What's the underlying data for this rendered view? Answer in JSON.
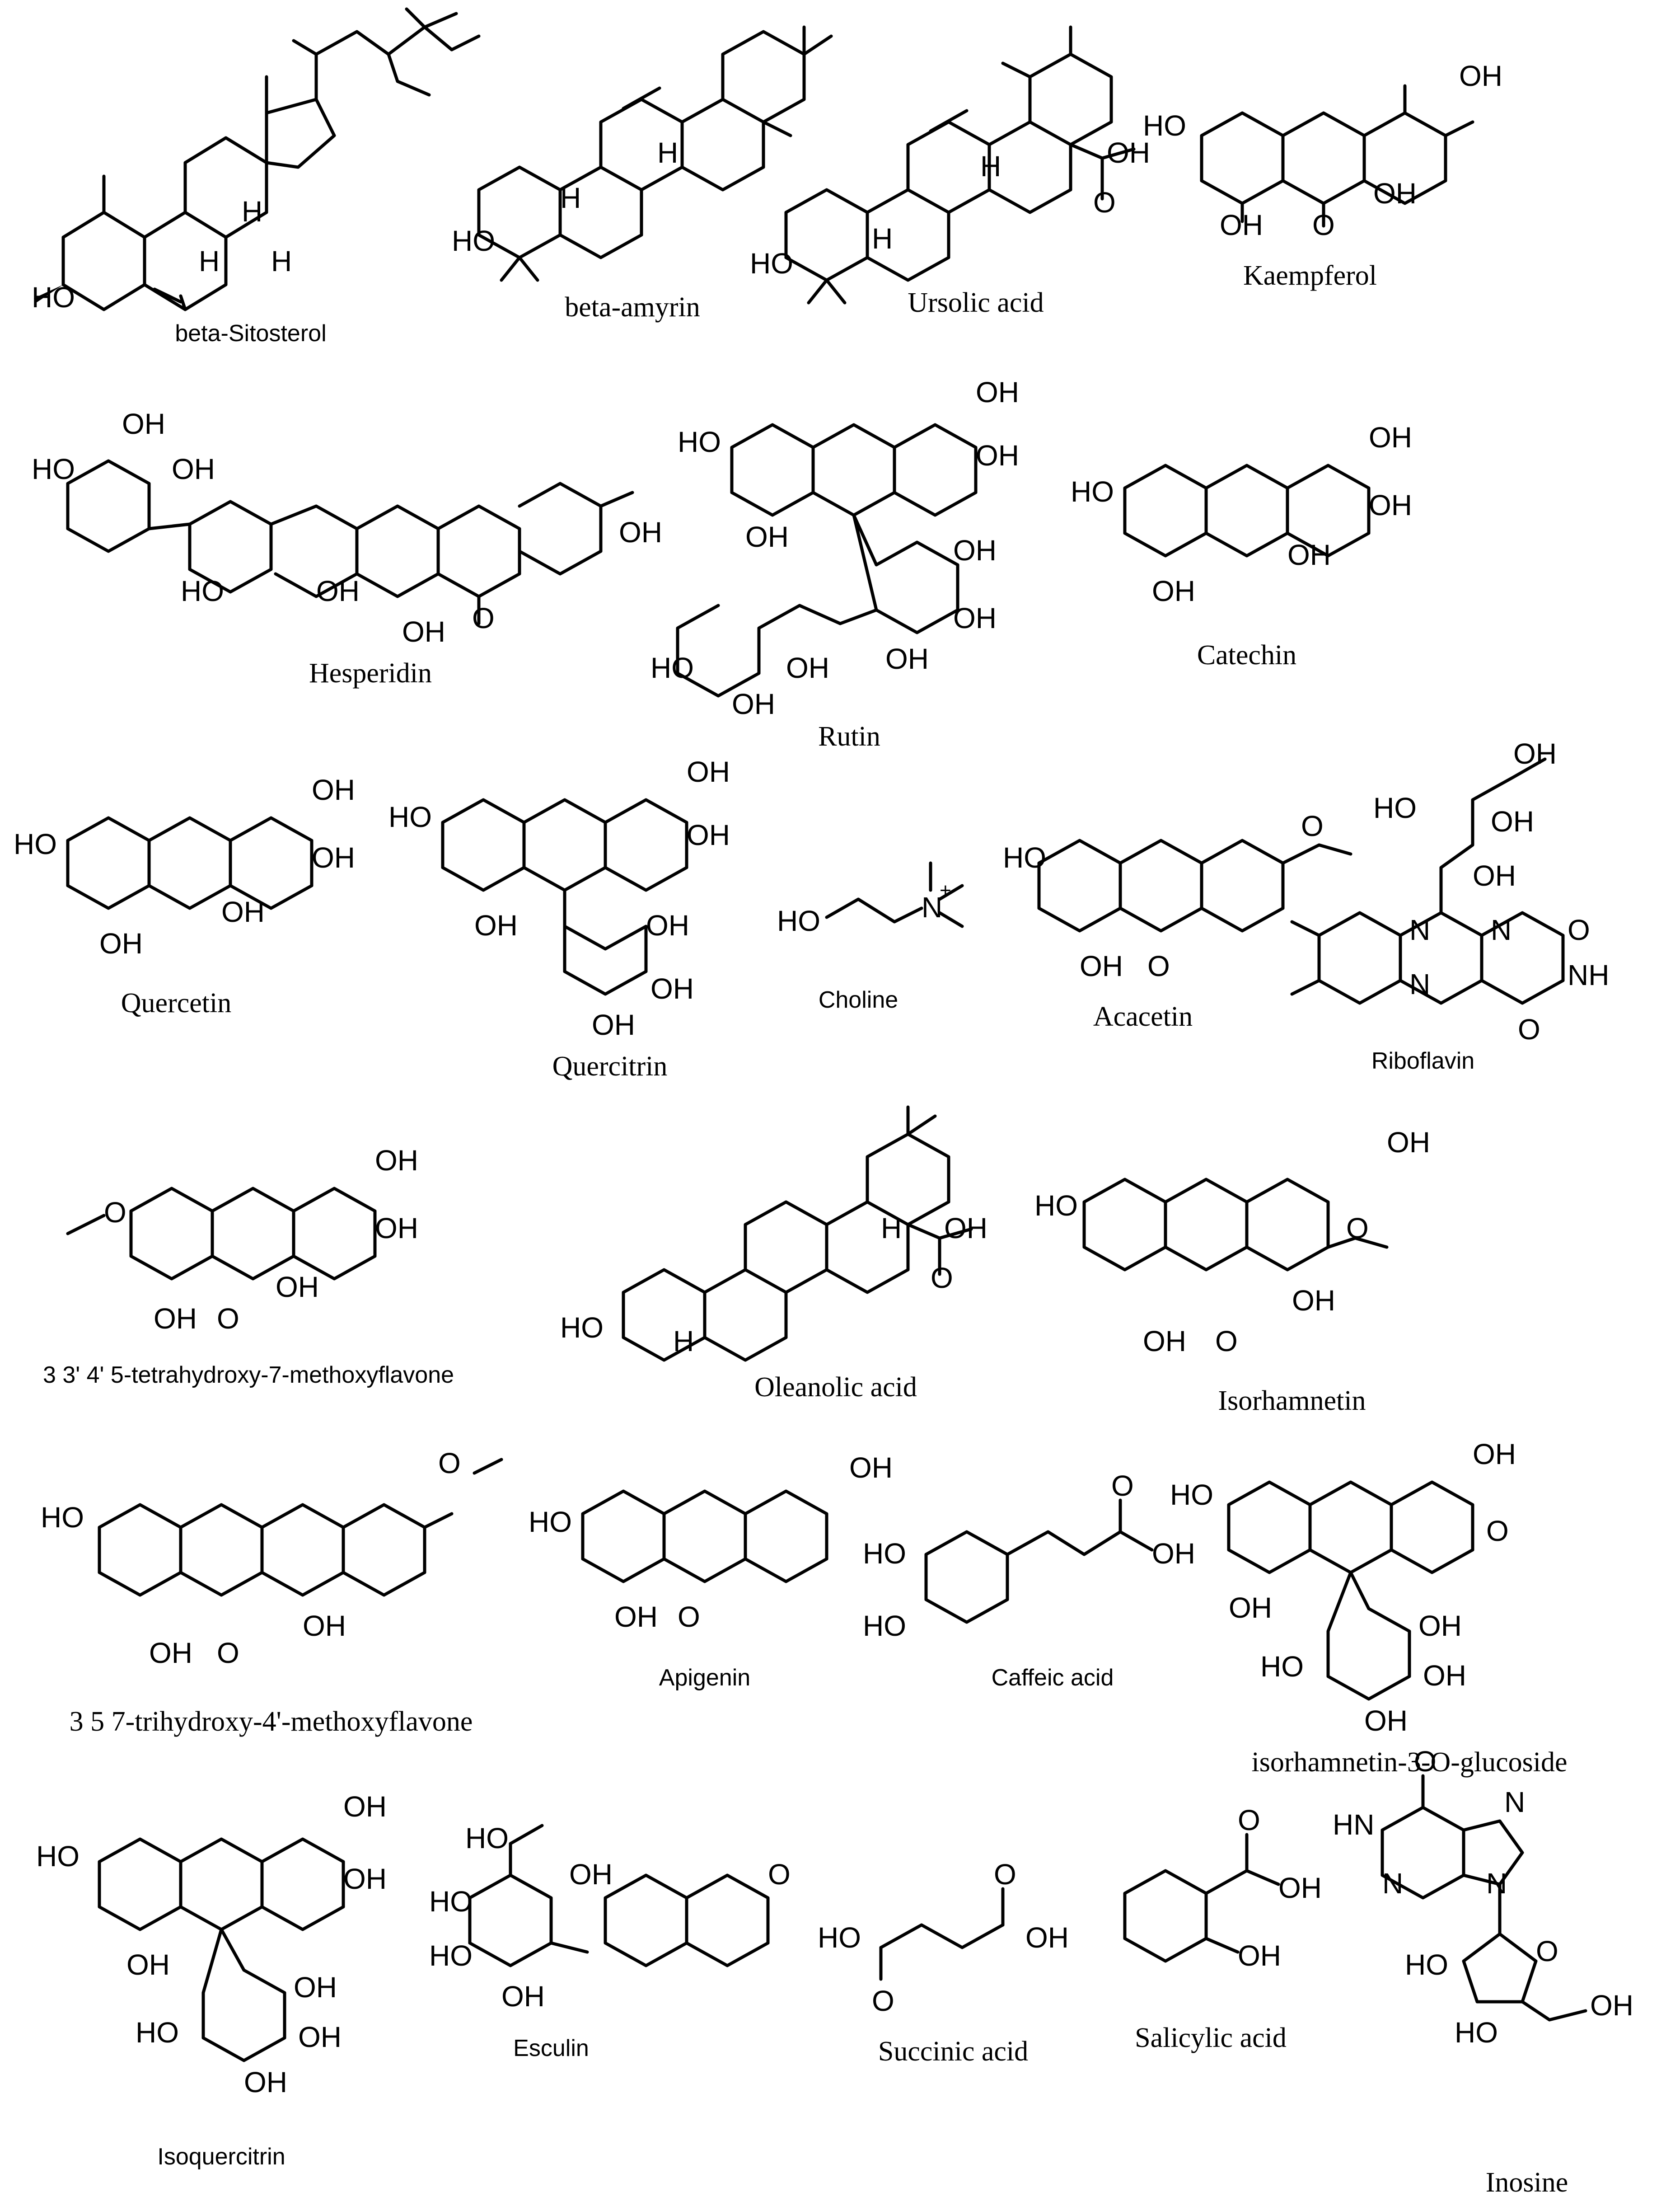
{
  "figure": {
    "background": "#ffffff",
    "ink": "#000000",
    "compounds": [
      {
        "id": "beta-sitosterol",
        "label": "beta-Sitosterol",
        "font": "sans"
      },
      {
        "id": "beta-amyrin",
        "label": "beta-amyrin",
        "font": "serif"
      },
      {
        "id": "ursolic-acid",
        "label": "Ursolic acid",
        "font": "serif"
      },
      {
        "id": "kaempferol",
        "label": "Kaempferol",
        "font": "serif"
      },
      {
        "id": "hesperidin",
        "label": "Hesperidin",
        "font": "serif"
      },
      {
        "id": "rutin",
        "label": "Rutin",
        "font": "serif"
      },
      {
        "id": "catechin",
        "label": "Catechin",
        "font": "serif"
      },
      {
        "id": "quercetin",
        "label": "Quercetin",
        "font": "serif"
      },
      {
        "id": "quercitrin",
        "label": "Quercitrin",
        "font": "serif"
      },
      {
        "id": "choline",
        "label": "Choline",
        "font": "sans"
      },
      {
        "id": "acacetin",
        "label": "Acacetin",
        "font": "serif"
      },
      {
        "id": "riboflavin",
        "label": "Riboflavin",
        "font": "sans"
      },
      {
        "id": "tetrahydroxy-methoxyflavone",
        "label": "3 3' 4' 5-tetrahydroxy-7-methoxyflavone",
        "font": "sans"
      },
      {
        "id": "oleanolic-acid",
        "label": "Oleanolic acid",
        "font": "serif"
      },
      {
        "id": "isorhamnetin",
        "label": "Isorhamnetin",
        "font": "serif"
      },
      {
        "id": "trihydroxy-methoxyflavone",
        "label": "3 5 7-trihydroxy-4'-methoxyflavone",
        "font": "serif"
      },
      {
        "id": "apigenin",
        "label": "Apigenin",
        "font": "sans"
      },
      {
        "id": "caffeic-acid",
        "label": "Caffeic acid",
        "font": "sans"
      },
      {
        "id": "isorhamnetin-3-o-glucoside",
        "label": "isorhamnetin-3-O-glucoside",
        "font": "serif"
      },
      {
        "id": "isoquercitrin",
        "label": "Isoquercitrin",
        "font": "sans"
      },
      {
        "id": "esculin",
        "label": "Esculin",
        "font": "sans"
      },
      {
        "id": "succinic-acid",
        "label": "Succinic acid",
        "font": "serif"
      },
      {
        "id": "salicylic-acid",
        "label": "Salicylic acid",
        "font": "serif"
      },
      {
        "id": "inosine",
        "label": "Inosine",
        "font": "serif"
      }
    ],
    "atom_labels": {
      "oh": "OH",
      "ho": "HO",
      "o": "O",
      "h": "H",
      "n": "N",
      "nh": "NH",
      "hn": "HN",
      "plus": "+"
    }
  }
}
